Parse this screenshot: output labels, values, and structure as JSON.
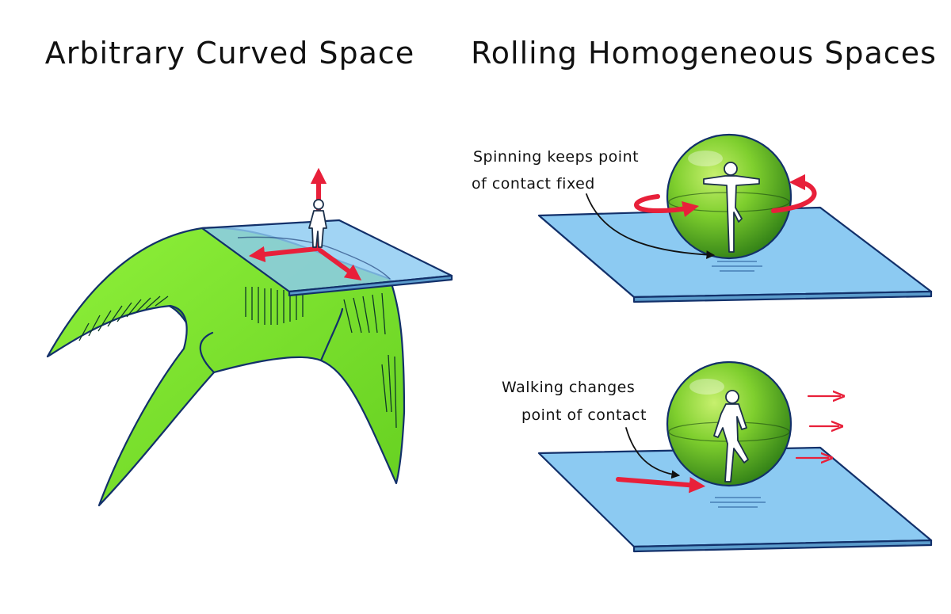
{
  "titles": {
    "left": "Arbitrary Curved Space",
    "right": "Rolling Homogeneous Spaces"
  },
  "annotations": {
    "spinning": {
      "line1": "Spinning keeps point",
      "line2": "of contact fixed"
    },
    "walking": {
      "line1": "Walking changes",
      "line2": "point of contact"
    }
  },
  "colors": {
    "surface_green": "#7be02c",
    "plane_blue": "#8ccaf2",
    "arrow_red": "#e8203a",
    "outline_navy": "#12306a"
  }
}
